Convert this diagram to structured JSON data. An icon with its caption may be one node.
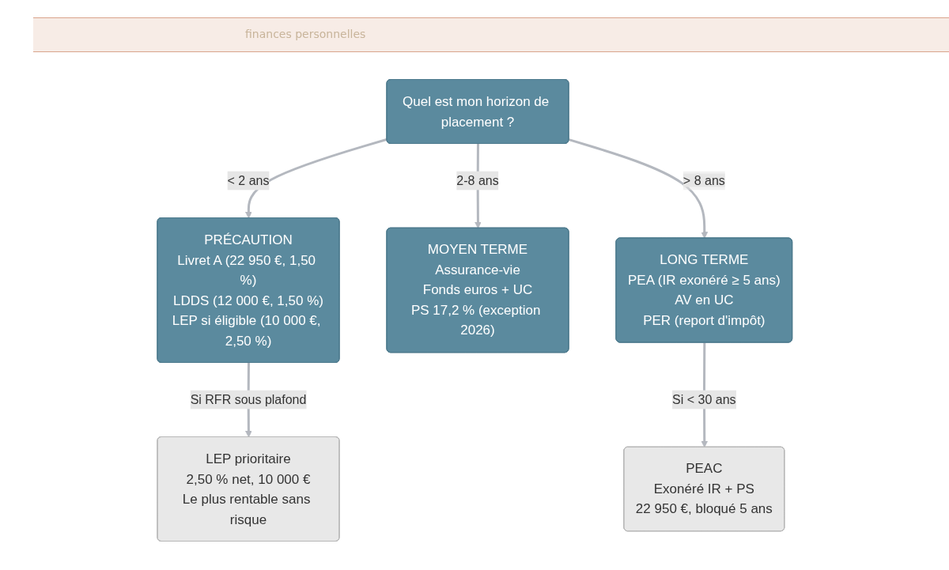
{
  "diagram": {
    "nodes": [
      {
        "text": [
          "Quel est mon horizon de placement ?"
        ]
      },
      {
        "text": [
          "PRÉCAUTION",
          "Livret A (22 950 €, 1,50 %)",
          "LDDS (12 000 €, 1,50 %)",
          "LEP si éligible (10 000 €, 2,50 %)"
        ]
      },
      {
        "text": [
          "MOYEN TERME",
          "Assurance-vie",
          "Fonds euros + UC",
          "PS 17,2 % (exception 2026)"
        ]
      },
      {
        "text": [
          "LONG TERME",
          "PEA (IR exonéré ≥ 5 ans)",
          "AV en UC",
          "PER (report d'impôt)"
        ]
      },
      {
        "text": [
          "LEP prioritaire",
          "2,50 % net, 10 000 €",
          "Le plus rentable sans risque"
        ]
      },
      {
        "text": [
          "PEAC",
          "Exonéré IR + PS",
          "22 950 €, bloqué 5 ans"
        ]
      }
    ],
    "edges": [
      {
        "from": 0,
        "to": 1,
        "label": "< 2 ans",
        "arrow": "to"
      },
      {
        "from": 0,
        "to": 2,
        "label": "2-8 ans",
        "arrow": "to"
      },
      {
        "from": 0,
        "to": 3,
        "label": "> 8 ans",
        "arrow": "to"
      },
      {
        "from": 1,
        "to": 4,
        "label": "Si RFR sous plafond",
        "arrow": "to"
      },
      {
        "from": 3,
        "to": 5,
        "label": "Si < 30 ans",
        "arrow": "to"
      }
    ],
    "labels": [
      "finances personnelles"
    ]
  }
}
